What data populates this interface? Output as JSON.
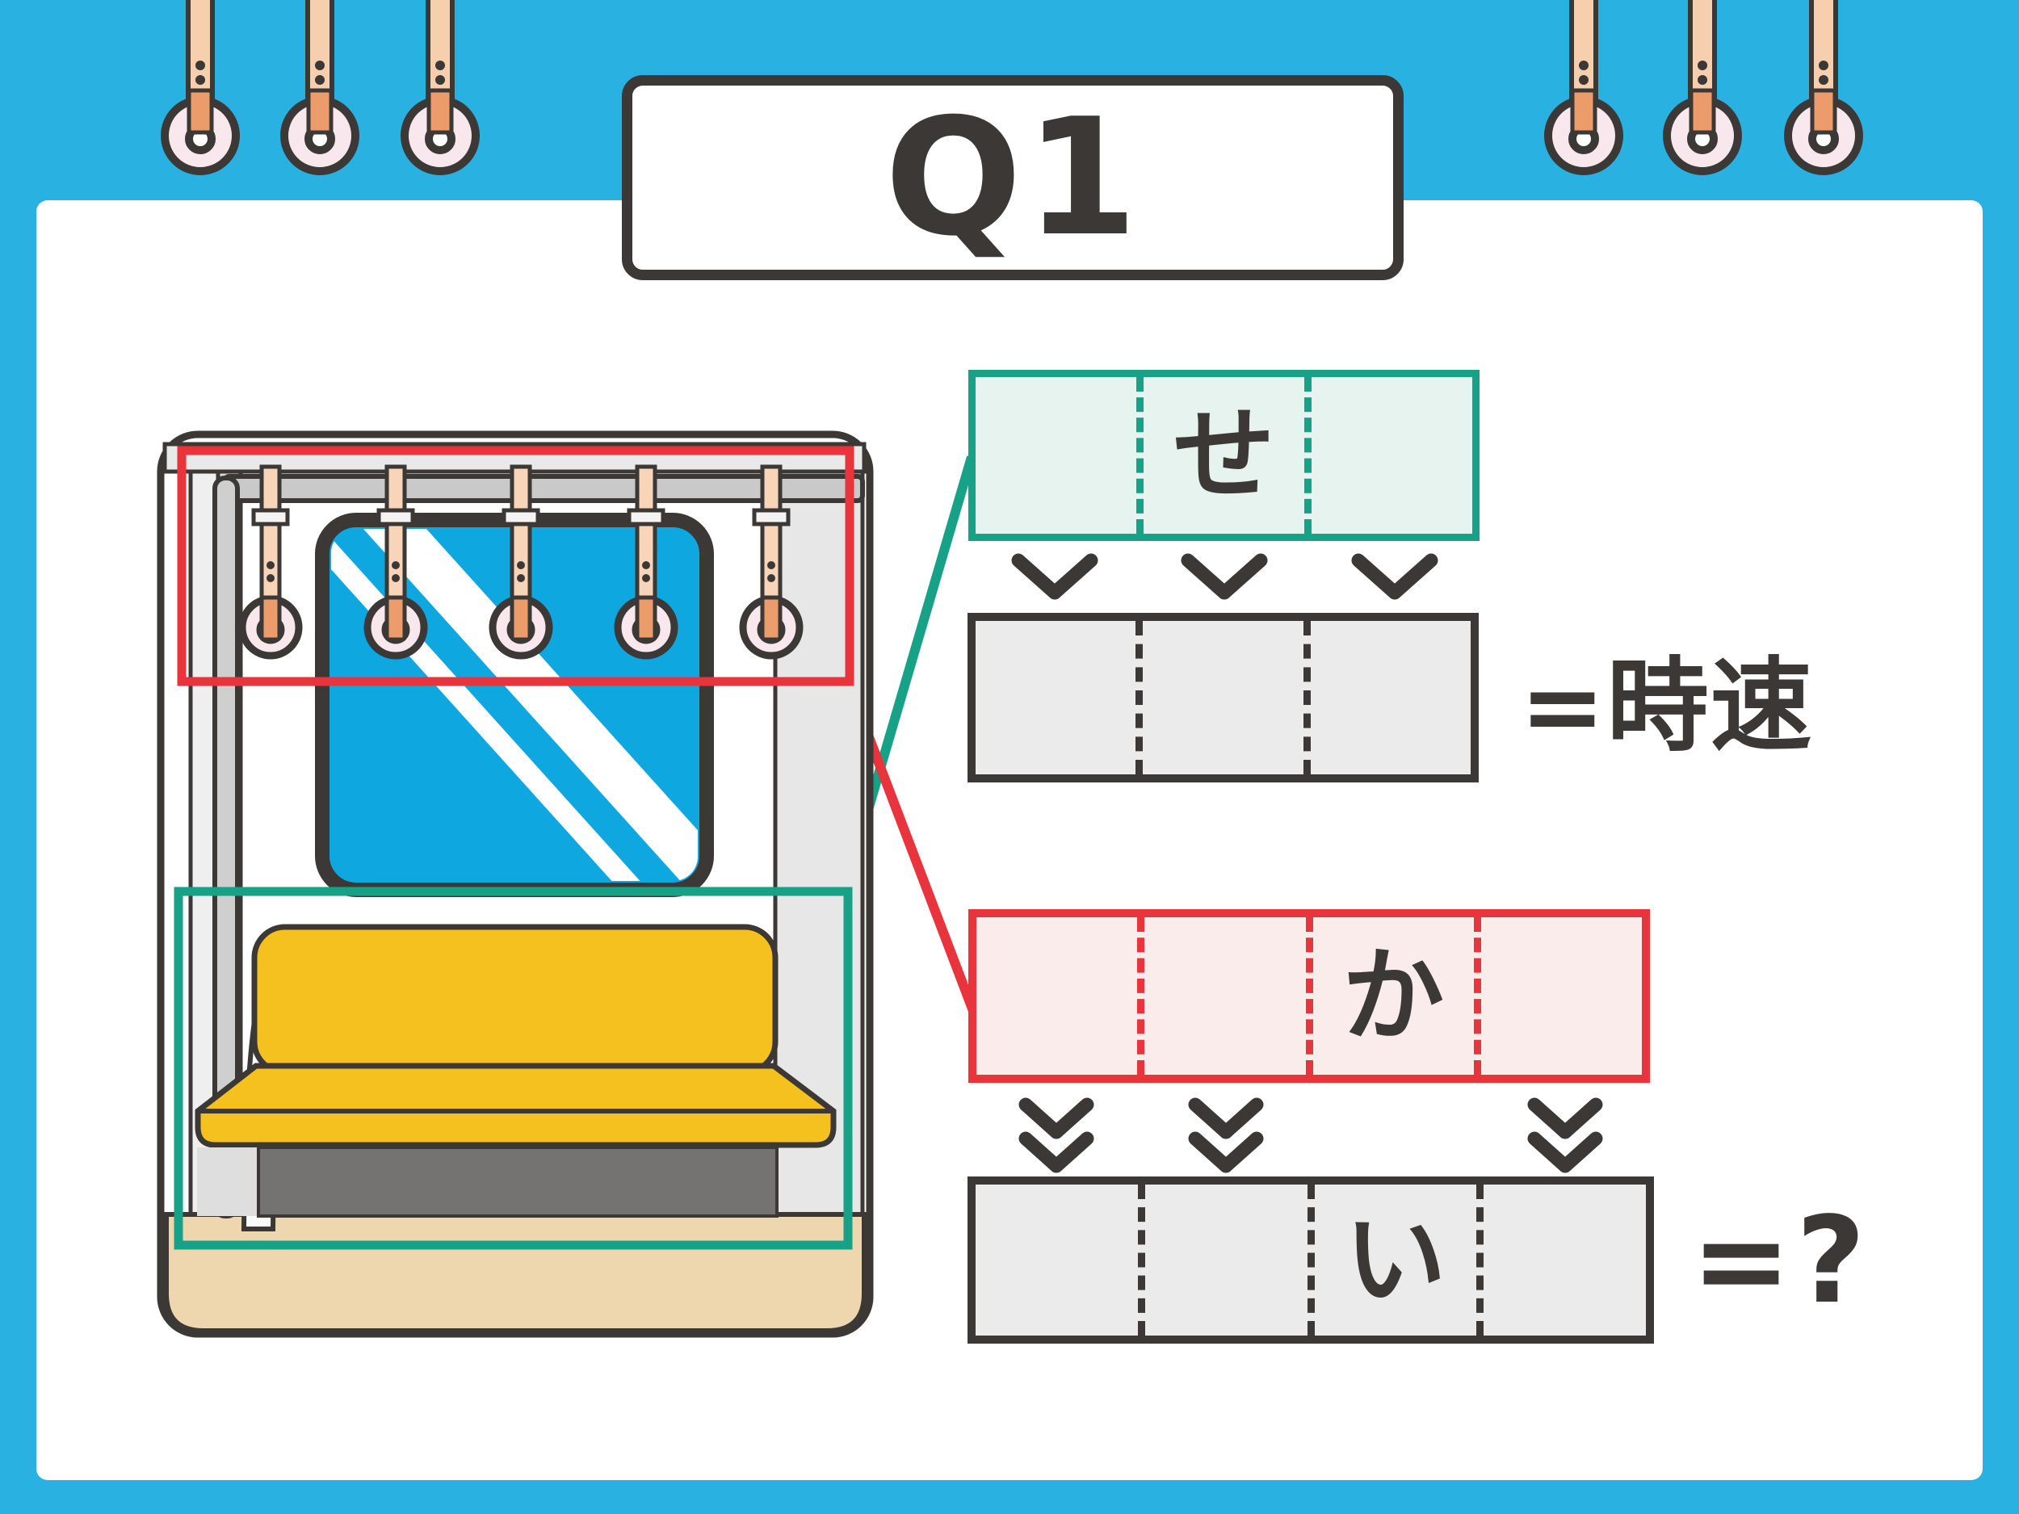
{
  "title": {
    "label": "Q1"
  },
  "puzzle": {
    "green_box": {
      "cells": [
        "",
        "せ",
        ""
      ]
    },
    "gray_box_top": {
      "cells": [
        "",
        "",
        ""
      ],
      "label": "=時速"
    },
    "red_box": {
      "cells": [
        "",
        "",
        "か",
        ""
      ]
    },
    "gray_box_bottom": {
      "cells": [
        "",
        "",
        "い",
        ""
      ],
      "label": "=?"
    }
  },
  "colors": {
    "background_cyan": "#29b1e2",
    "accent_teal": "#17a287",
    "accent_red": "#e8343c",
    "ink_dark": "#3b3835",
    "seat_yellow": "#f4c11e",
    "window_blue": "#0fa7e0",
    "mint_fill": "#e6f3ee",
    "pink_fill": "#fbecec",
    "gray_fill": "#ebebeb"
  }
}
